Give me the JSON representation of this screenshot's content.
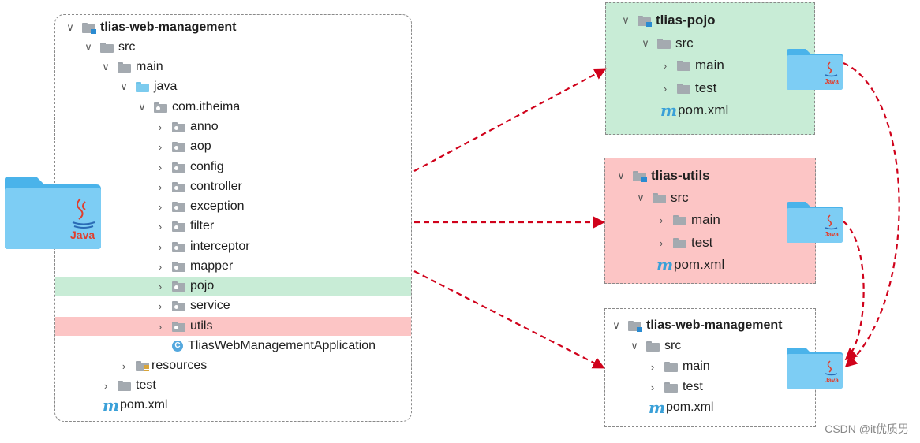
{
  "main_tree": {
    "root": "tlias-web-management",
    "src": "src",
    "main": "main",
    "java": "java",
    "package": "com.itheima",
    "packages": [
      "anno",
      "aop",
      "config",
      "controller",
      "exception",
      "filter",
      "interceptor",
      "mapper",
      "pojo",
      "service",
      "utils"
    ],
    "app_class": "TliasWebManagementApplication",
    "resources": "resources",
    "test": "test",
    "pom": "pom.xml"
  },
  "modules": [
    {
      "root": "tlias-pojo",
      "src": "src",
      "main": "main",
      "test": "test",
      "pom": "pom.xml",
      "color": "#c8ecd6"
    },
    {
      "root": "tlias-utils",
      "src": "src",
      "main": "main",
      "test": "test",
      "pom": "pom.xml",
      "color": "#fcc5c5"
    },
    {
      "root": "tlias-web-management",
      "src": "src",
      "main": "main",
      "test": "test",
      "pom": "pom.xml",
      "color": "#ffffff"
    }
  ],
  "java_folder_label": "Java",
  "colors": {
    "arrow": "#d0021b",
    "highlight_green": "#c8ecd6",
    "highlight_red": "#fcc5c5",
    "folder_blue": "#6cc4f4"
  },
  "watermark": "CSDN @it优质男"
}
